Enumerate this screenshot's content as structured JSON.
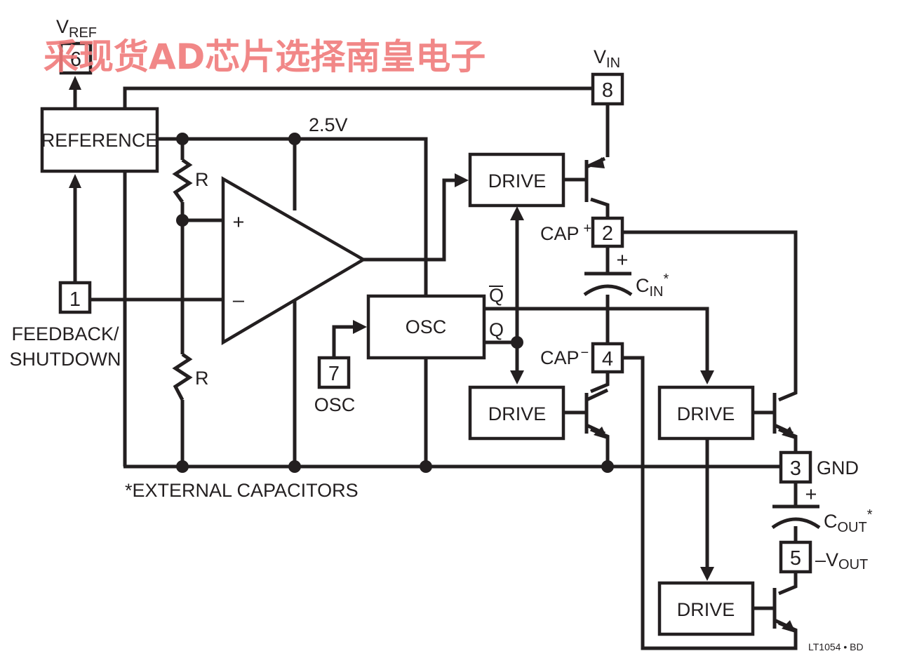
{
  "watermark": {
    "text": "采现货AD芯片选择南皇电子",
    "color": "#f07a7a"
  },
  "colors": {
    "line": "#231f20",
    "background": "#ffffff"
  },
  "blocks": {
    "reference": "REFERENCE",
    "drive_top_left": "DRIVE",
    "drive_bottom_left": "DRIVE",
    "drive_mid_right": "DRIVE",
    "drive_bottom_right": "DRIVE",
    "osc": "OSC"
  },
  "pins": {
    "vref": {
      "number": "6",
      "label": "V",
      "sub": "REF"
    },
    "vin": {
      "number": "8",
      "label": "V",
      "sub": "IN"
    },
    "feedback": {
      "number": "1",
      "label_line1": "FEEDBACK/",
      "label_line2": "SHUTDOWN"
    },
    "cap_plus": {
      "number": "2",
      "label": "CAP",
      "sup": "+"
    },
    "cap_minus": {
      "number": "4",
      "label": "CAP",
      "sup": "−"
    },
    "osc_pin": {
      "number": "7",
      "label": "OSC"
    },
    "gnd": {
      "number": "3",
      "label": "GND"
    },
    "vout": {
      "number": "5",
      "label": "–V",
      "sub": "OUT"
    }
  },
  "labels": {
    "reference_voltage": "2.5V",
    "resistor_top": "R",
    "resistor_bottom": "R",
    "opamp_plus": "+",
    "opamp_minus": "–",
    "osc_qbar": "Q",
    "osc_q": "Q",
    "cin_plus": "+",
    "cin_main": "C",
    "cin_sub": "IN",
    "cin_star": "*",
    "cout_plus": "+",
    "cout_main": "C",
    "cout_sub": "OUT",
    "cout_star": "*",
    "footnote": "*EXTERNAL CAPACITORS",
    "part_code": "LT1054 • BD"
  }
}
